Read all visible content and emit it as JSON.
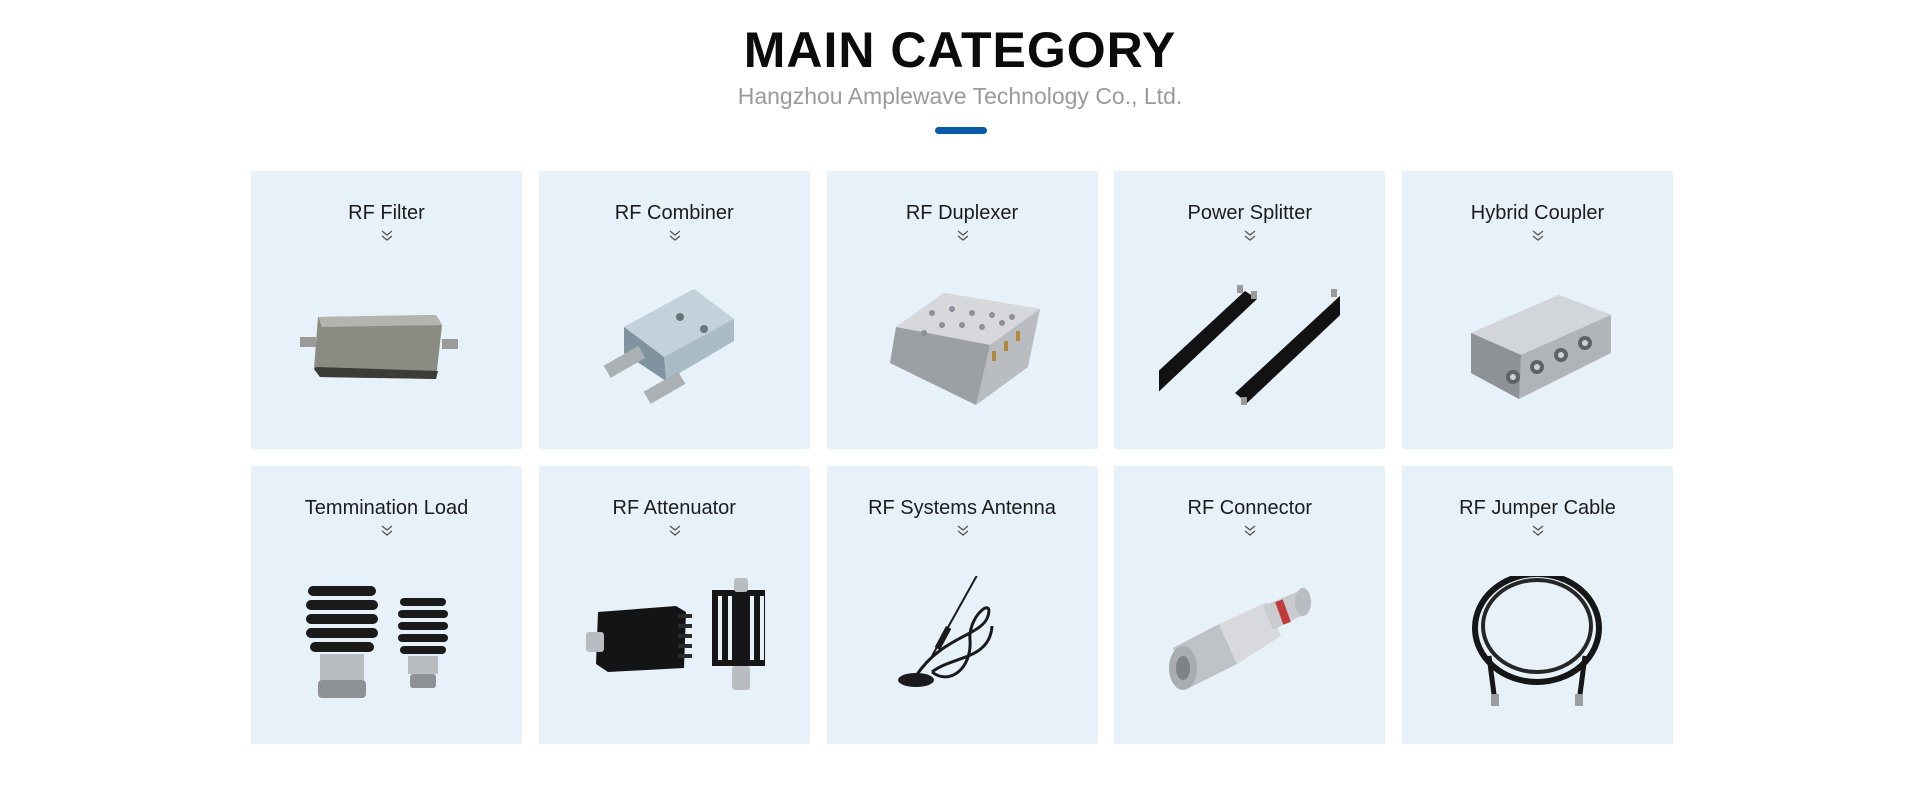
{
  "header": {
    "title": "MAIN CATEGORY",
    "subtitle": "Hangzhou Amplewave Technology Co., Ltd."
  },
  "colors": {
    "accent": "#0a5aa8",
    "card_bg": "#e7f1fa",
    "title": "#0b0b0b",
    "subtitle": "#9a9a9a"
  },
  "categories": [
    {
      "label": "RF Filter",
      "icon": "rf-filter-image"
    },
    {
      "label": "RF Combiner",
      "icon": "rf-combiner-image"
    },
    {
      "label": "RF Duplexer",
      "icon": "rf-duplexer-image"
    },
    {
      "label": "Power Splitter",
      "icon": "power-splitter-image"
    },
    {
      "label": "Hybrid Coupler",
      "icon": "hybrid-coupler-image"
    },
    {
      "label": "Temmination Load",
      "icon": "termination-load-image"
    },
    {
      "label": "RF Attenuator",
      "icon": "rf-attenuator-image"
    },
    {
      "label": "RF Systems Antenna",
      "icon": "rf-antenna-image"
    },
    {
      "label": "RF Connector",
      "icon": "rf-connector-image"
    },
    {
      "label": "RF Jumper Cable",
      "icon": "rf-jumper-cable-image"
    }
  ]
}
